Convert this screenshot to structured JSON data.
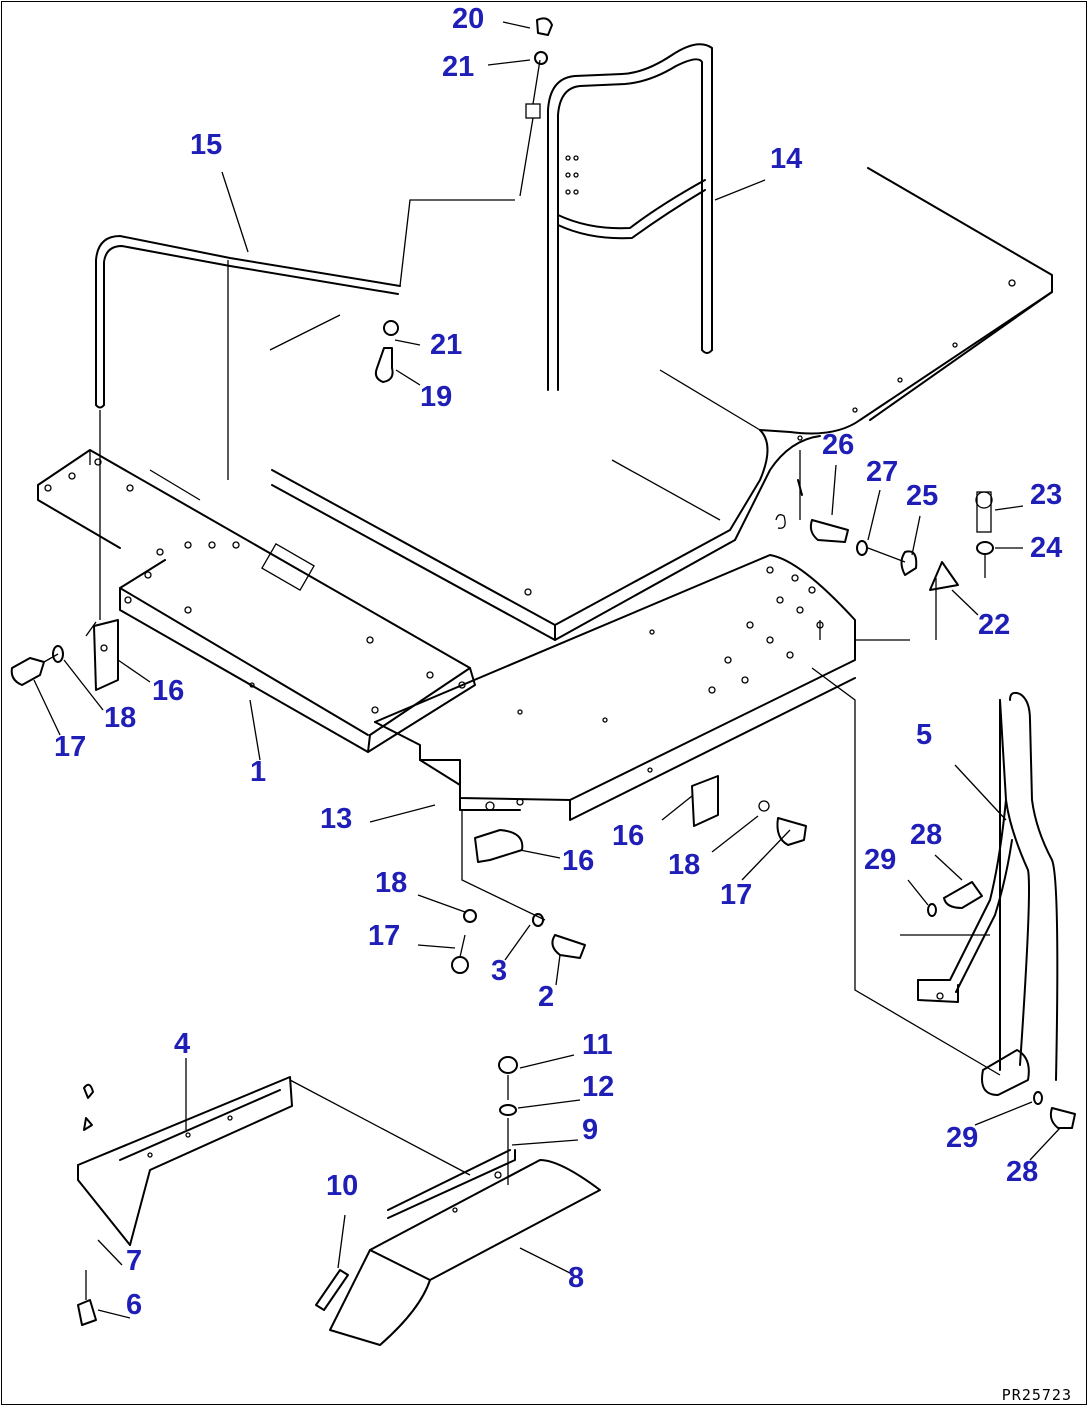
{
  "drawing_code": "PR25723",
  "colors": {
    "callout": "#1f1fb8",
    "linework": "#000000"
  },
  "callouts": [
    {
      "id": "c20",
      "text": "20"
    },
    {
      "id": "c21a",
      "text": "21"
    },
    {
      "id": "c15",
      "text": "15"
    },
    {
      "id": "c14",
      "text": "14"
    },
    {
      "id": "c21b",
      "text": "21"
    },
    {
      "id": "c19",
      "text": "19"
    },
    {
      "id": "c26",
      "text": "26"
    },
    {
      "id": "c27",
      "text": "27"
    },
    {
      "id": "c25",
      "text": "25"
    },
    {
      "id": "c23",
      "text": "23"
    },
    {
      "id": "c24",
      "text": "24"
    },
    {
      "id": "c22",
      "text": "22"
    },
    {
      "id": "c16a",
      "text": "16"
    },
    {
      "id": "c18a",
      "text": "18"
    },
    {
      "id": "c17a",
      "text": "17"
    },
    {
      "id": "c1",
      "text": "1"
    },
    {
      "id": "c5",
      "text": "5"
    },
    {
      "id": "c13",
      "text": "13"
    },
    {
      "id": "c16b",
      "text": "16"
    },
    {
      "id": "c16c",
      "text": "16"
    },
    {
      "id": "c18b",
      "text": "18"
    },
    {
      "id": "c17b",
      "text": "17"
    },
    {
      "id": "c18c",
      "text": "18"
    },
    {
      "id": "c17c",
      "text": "17"
    },
    {
      "id": "c3",
      "text": "3"
    },
    {
      "id": "c2",
      "text": "2"
    },
    {
      "id": "c28a",
      "text": "28"
    },
    {
      "id": "c29a",
      "text": "29"
    },
    {
      "id": "c4",
      "text": "4"
    },
    {
      "id": "c11",
      "text": "11"
    },
    {
      "id": "c12",
      "text": "12"
    },
    {
      "id": "c9",
      "text": "9"
    },
    {
      "id": "c10",
      "text": "10"
    },
    {
      "id": "c7",
      "text": "7"
    },
    {
      "id": "c6",
      "text": "6"
    },
    {
      "id": "c8",
      "text": "8"
    },
    {
      "id": "c29b",
      "text": "29"
    },
    {
      "id": "c28b",
      "text": "28"
    }
  ]
}
